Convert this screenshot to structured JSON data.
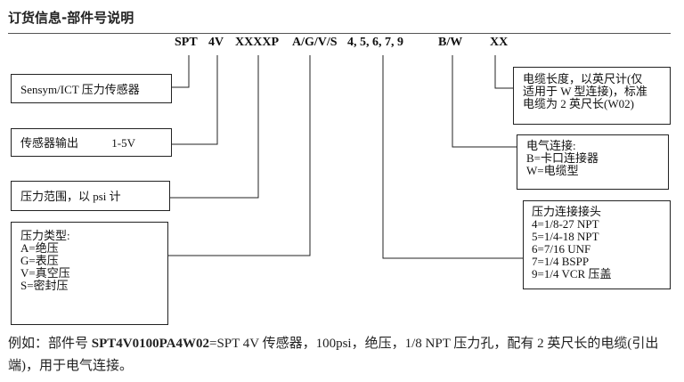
{
  "heading": "订货信息-部件号说明",
  "code_segments": [
    "SPT",
    "4V",
    "XXXXP",
    "A/G/V/S",
    "4, 5, 6, 7, 9",
    "B/W",
    "XX"
  ],
  "boxes": {
    "sensor": [
      "Sensym/ICT 压力传感器"
    ],
    "output": [
      "传感器输出",
      "1-5V"
    ],
    "range": [
      "压力范围，以 psi 计"
    ],
    "pressure_type": [
      "压力类型:",
      "A=绝压",
      "G=表压",
      "V=真空压",
      "S=密封压"
    ],
    "connector_head": [
      "压力连接接头",
      "4=1/8-27 NPT",
      "5=1/4-18 NPT",
      "6=7/16 UNF",
      "7=1/4 BSPP",
      "9=1/4 VCR 压盖"
    ],
    "electrical": [
      "电气连接:",
      "B=卡口连接器",
      "W=电缆型"
    ],
    "cable": [
      "电缆长度，以英尺计(仅",
      "适用于 W 型连接)，标准",
      "电缆为 2 英尺长(W02)"
    ]
  },
  "example": {
    "prefix": "例如：部件号 ",
    "part_number": "SPT4V0100PA4W02",
    "suffix": "=SPT 4V 传感器，100psi，绝压，1/8 NPT 压力孔，配有 2 英尺长的电缆(引出端)，用于电气连接。"
  }
}
